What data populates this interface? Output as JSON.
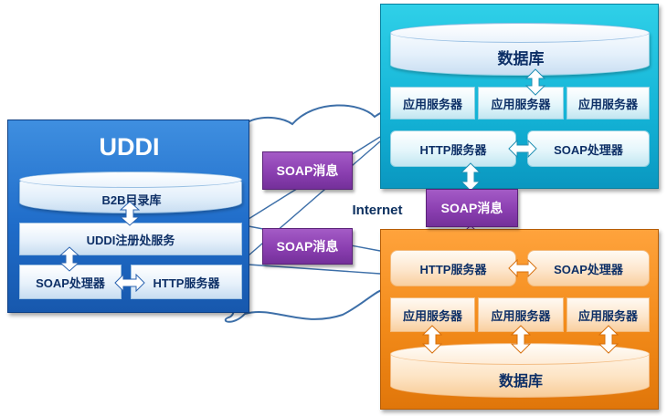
{
  "uddi": {
    "title": "UDDI",
    "registry_db": "B2B目录库",
    "registry_service": "UDDI注册处服务",
    "soap_processor": "SOAP处理器",
    "http_server": "HTTP服务器"
  },
  "top_site": {
    "database": "数据库",
    "app_servers": [
      "应用服务器",
      "应用服务器",
      "应用服务器"
    ],
    "http_server": "HTTP服务器",
    "soap_processor": "SOAP处理器"
  },
  "bottom_site": {
    "http_server": "HTTP服务器",
    "soap_processor": "SOAP处理器",
    "app_servers": [
      "应用服务器",
      "应用服务器",
      "应用服务器"
    ],
    "database": "数据库"
  },
  "messages": {
    "soap_upper": "SOAP消息",
    "soap_center": "SOAP消息",
    "soap_lower": "SOAP消息"
  },
  "network": {
    "label": "Internet"
  },
  "colors": {
    "uddi_panel": "#1f6cc9",
    "db_panel": "#14b3d6",
    "orange_panel": "#f28a19",
    "soap_message": "#8b3fb1",
    "cloud_stroke": "#3d6fa8"
  },
  "icons": [
    "double-arrow-icon"
  ]
}
